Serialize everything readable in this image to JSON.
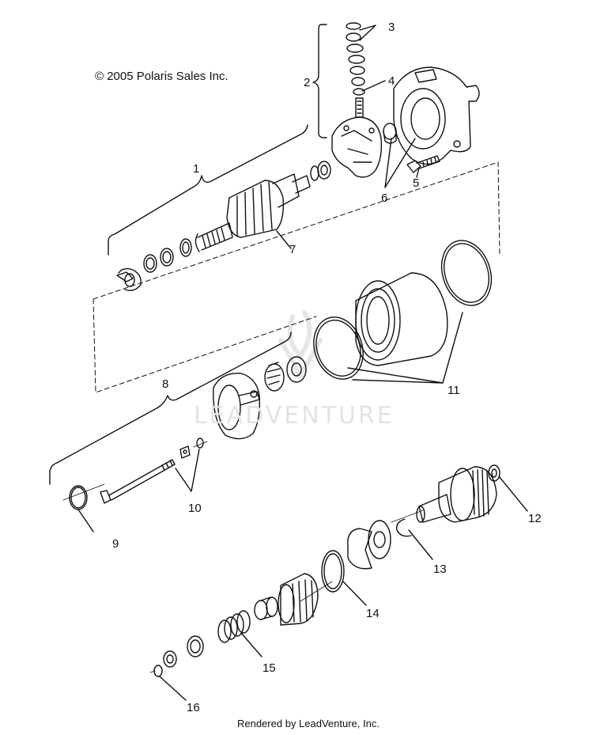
{
  "copyright": "© 2005 Polaris Sales Inc.",
  "footer": "Rendered by LeadVenture, Inc.",
  "watermark": "LEADVENTURE",
  "callouts": [
    "1",
    "2",
    "3",
    "4",
    "5",
    "6",
    "7",
    "8",
    "9",
    "10",
    "11",
    "12",
    "13",
    "14",
    "15",
    "16"
  ],
  "colors": {
    "line": "#111111",
    "watermark": "#e3e3e3",
    "background": "#ffffff"
  }
}
